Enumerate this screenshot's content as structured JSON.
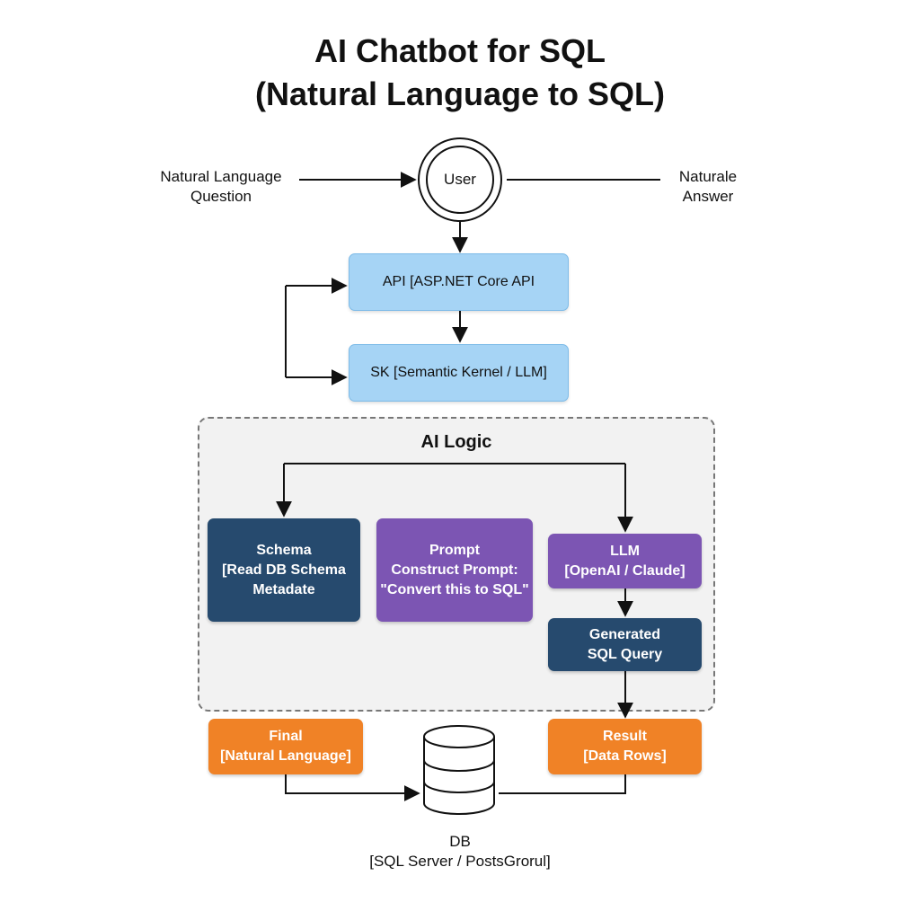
{
  "title": {
    "line1": "AI Chatbot for SQL",
    "line2": "(Natural Language to SQL)"
  },
  "user_node": {
    "label": "User"
  },
  "input_label": {
    "line1": "Natural Language",
    "line2": "Question"
  },
  "output_label": {
    "line1": "Naturale",
    "line2": "Answer"
  },
  "api_box": {
    "label": "API [ASP.NET Core API"
  },
  "sk_box": {
    "label": "SK [Semantic Kernel / LLM]"
  },
  "ai_logic": {
    "title": "AI Logic",
    "schema": {
      "line1": "Schema",
      "line2": "[Read DB Schema",
      "line3": "Metadate"
    },
    "prompt": {
      "line1": "Prompt",
      "line2": "Construct Prompt:",
      "line3": "\"Convert this to SQL\""
    },
    "llm": {
      "line1": "LLM",
      "line2": "[OpenAI / Claude]"
    },
    "generated": {
      "line1": "Generated",
      "line2": "SQL Query"
    }
  },
  "final_box": {
    "line1": "Final",
    "line2": "[Natural Language]"
  },
  "result_box": {
    "line1": "Result",
    "line2": "[Data Rows]"
  },
  "db": {
    "line1": "DB",
    "line2": "[SQL Server / PostsGrorul]",
    "icon": "database-icon"
  },
  "colors": {
    "blue": "#a6d4f5",
    "navy": "#264a6e",
    "purple": "#7c55b3",
    "orange": "#f08226",
    "group_bg": "#f2f2f2"
  }
}
